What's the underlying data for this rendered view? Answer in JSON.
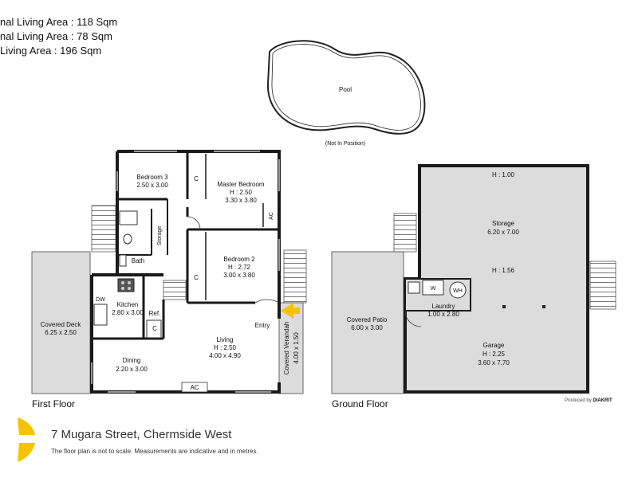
{
  "areas": [
    "nal Living Area : 118 Sqm",
    "nal Living Area : 78 Sqm",
    " Living Area : 196 Sqm"
  ],
  "pool": {
    "label": "Pool",
    "note": "(Not In Position)"
  },
  "first_floor": {
    "title": "First Floor",
    "rooms": {
      "bedroom3": {
        "name": "Bedroom 3",
        "dims": "2.50 x 3.00"
      },
      "master": {
        "name": "Master Bedroom",
        "height": "H : 2.50",
        "dims": "3.30 x 3.80"
      },
      "bedroom2": {
        "name": "Bedroom 2",
        "height": "H : 2.72",
        "dims": "3.00 x 3.80"
      },
      "kitchen": {
        "name": "Kitchen",
        "dims": "2.80 x 3.00"
      },
      "living": {
        "name": "Living",
        "height": "H : 2.50",
        "dims": "4.00 x 4.90"
      },
      "dining": {
        "name": "Dining",
        "dims": "2.20 x 3.00"
      },
      "deck": {
        "name": "Covered Deck",
        "dims": "6.25 x 2.50"
      },
      "verandah": {
        "name": "Covered Verandah",
        "dims": "4.00 x 1.50"
      }
    },
    "labels": {
      "bath": "Bath",
      "storage": "Storage",
      "entry": "Entry",
      "ref": "Ref.",
      "dw": "DW",
      "c": "C",
      "ac": "AC"
    }
  },
  "ground_floor": {
    "title": "Ground Floor",
    "rooms": {
      "storage": {
        "name": "Storage",
        "dims": "6.20 x 7.00",
        "height_top": "H : 1.00",
        "height_mid": "H : 1.56"
      },
      "patio": {
        "name": "Covered Patio",
        "dims": "6.00 x 3.00"
      },
      "laundry": {
        "name": "Laundry",
        "dims": "1.00 x 2.80"
      },
      "garage": {
        "name": "Garage",
        "height": "H : 2.25",
        "dims": "3.60 x 7.70"
      }
    },
    "labels": {
      "w": "W",
      "wh": "WH"
    }
  },
  "footer": {
    "address": "7 Mugara Street, Chermside West",
    "disclaimer": "The floor plan is not to scale. Measurements are indicative and in metres.",
    "credit_prefix": "Produced by",
    "credit_brand": "DIAKRIT"
  },
  "colors": {
    "wall": "#1a1a1a",
    "floor_fill": "#dcdcdc",
    "accent": "#f7c300"
  }
}
